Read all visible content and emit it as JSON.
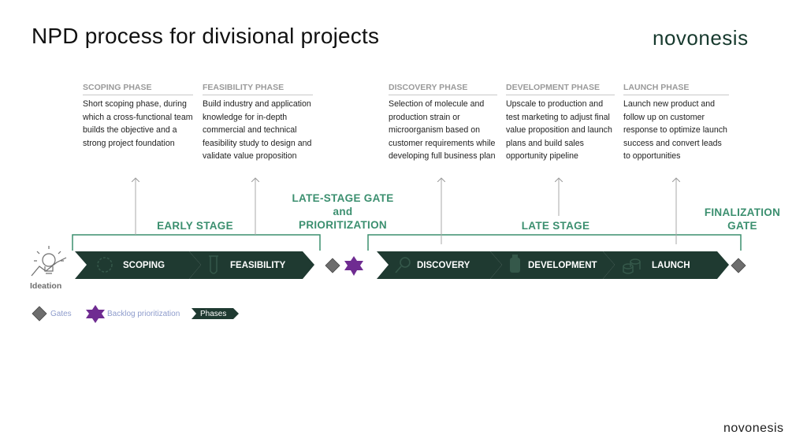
{
  "title": "NPD process for divisional projects",
  "brand": "novonesis",
  "colors": {
    "phase_fill": "#1f3a31",
    "stage_green": "#3b8f6f",
    "gate_gray": "#6d6d6d",
    "backlog_purple": "#6f2c91",
    "legend_text": "#8e9ccc"
  },
  "phases": [
    {
      "heading": "SCOPING PHASE",
      "description": "Short scoping phase, during which a cross-functional team builds the objective and a strong project foundation",
      "chevron": "SCOPING",
      "icon": "target-icon"
    },
    {
      "heading": "FEASIBILITY PHASE",
      "description": "Build industry and application knowledge for in-depth commercial and technical feasibility study to design and validate value proposition",
      "chevron": "FEASIBILITY",
      "icon": "test-tube-icon"
    },
    {
      "heading": "DISCOVERY PHASE",
      "description": "Selection of molecule and production strain or microorganism based on customer requirements while developing full business plan",
      "chevron": "DISCOVERY",
      "icon": "magnifier-icon"
    },
    {
      "heading": "DEVELOPMENT PHASE",
      "description": "Upscale to production and test marketing to adjust final value proposition and launch plans and build sales opportunity pipeline",
      "chevron": "DEVELOPMENT",
      "icon": "tank-icon"
    },
    {
      "heading": "LAUNCH PHASE",
      "description": "Launch new product and follow up on customer response to optimize launch success and convert leads to opportunities",
      "chevron": "LAUNCH",
      "icon": "coins-icon"
    }
  ],
  "stages": {
    "early": "EARLY STAGE",
    "late": "LATE STAGE"
  },
  "gates": {
    "late_stage_line1": "LATE-STAGE GATE",
    "late_stage_line2": "and",
    "late_stage_line3": "PRIORITIZATION",
    "final_line1": "FINALIZATION",
    "final_line2": "GATE"
  },
  "ideation": {
    "label": "Ideation",
    "icon": "lightbulb-icon"
  },
  "legend": {
    "gates": "Gates",
    "backlog": "Backlog prioritization",
    "phases": "Phases"
  }
}
